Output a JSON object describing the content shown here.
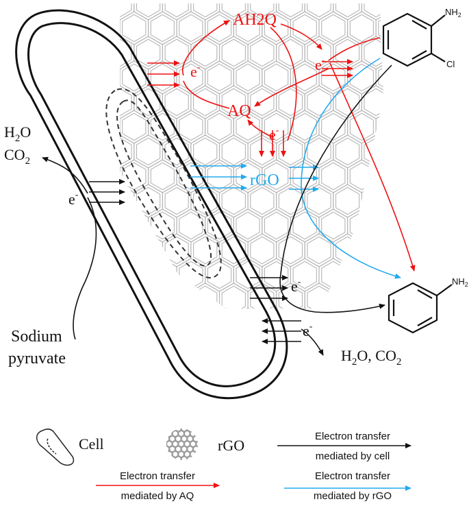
{
  "labels": {
    "ah2q": "AH2Q",
    "aq": "AQ",
    "rgo": "rGO",
    "electron": "e",
    "electron_sup": "-",
    "h2o": "H",
    "h2o_sub": "2",
    "h2o_o": "O",
    "co2": "CO",
    "co2_sub": "2",
    "h2o_co2_right_a": "H",
    "h2o_co2_right_b": "2",
    "h2o_co2_right_c": "O, CO",
    "h2o_co2_right_d": "2",
    "sodium": "Sodium",
    "pyruvate": "pyruvate",
    "nh2_top": "NH",
    "nh2_top_sub": "2",
    "cl": "Cl",
    "nh2_bottom": "NH",
    "nh2_bottom_sub": "2"
  },
  "legend": {
    "cell": "Cell",
    "rgo": "rGO",
    "cell_line1": "Electron transfer",
    "cell_line2": "mediated by cell",
    "aq_line1": "Electron transfer",
    "aq_line2": "mediated by AQ",
    "rgo_line1": "Electron transfer",
    "rgo_line2": "mediated by rGO"
  },
  "colors": {
    "cell": "#111111",
    "aq": "#ee1111",
    "rgo": "#22aaee",
    "graphene": "#b4b4b4"
  }
}
